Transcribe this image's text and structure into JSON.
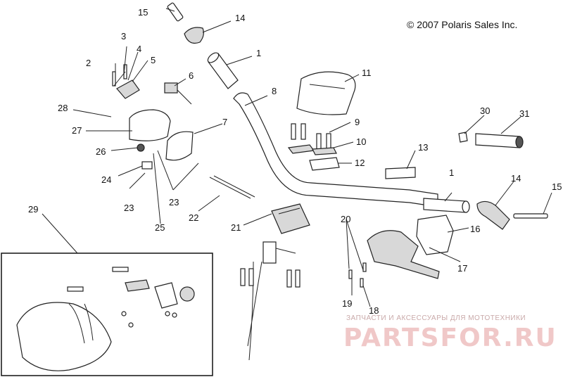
{
  "copyright": "© 2007 Polaris Sales Inc.",
  "watermark": {
    "subtitle": "ЗАПЧАСТИ И АКСЕССУАРЫ ДЛЯ МОТОТЕХНИКИ",
    "brand": "PARTSFOR.RU"
  },
  "callouts": {
    "c1a": "1",
    "c1b": "1",
    "c2": "2",
    "c3": "3",
    "c4": "4",
    "c5": "5",
    "c6": "6",
    "c7": "7",
    "c8": "8",
    "c9": "9",
    "c10": "10",
    "c11": "11",
    "c12": "12",
    "c13": "13",
    "c14a": "14",
    "c14b": "14",
    "c15a": "15",
    "c15b": "15",
    "c16": "16",
    "c17": "17",
    "c18": "18",
    "c19": "19",
    "c20": "20",
    "c21": "21",
    "c22": "22",
    "c23a": "23",
    "c23b": "23",
    "c24": "24",
    "c25": "25",
    "c26": "26",
    "c27": "27",
    "c28": "28",
    "c29": "29",
    "c30": "30",
    "c31": "31"
  }
}
